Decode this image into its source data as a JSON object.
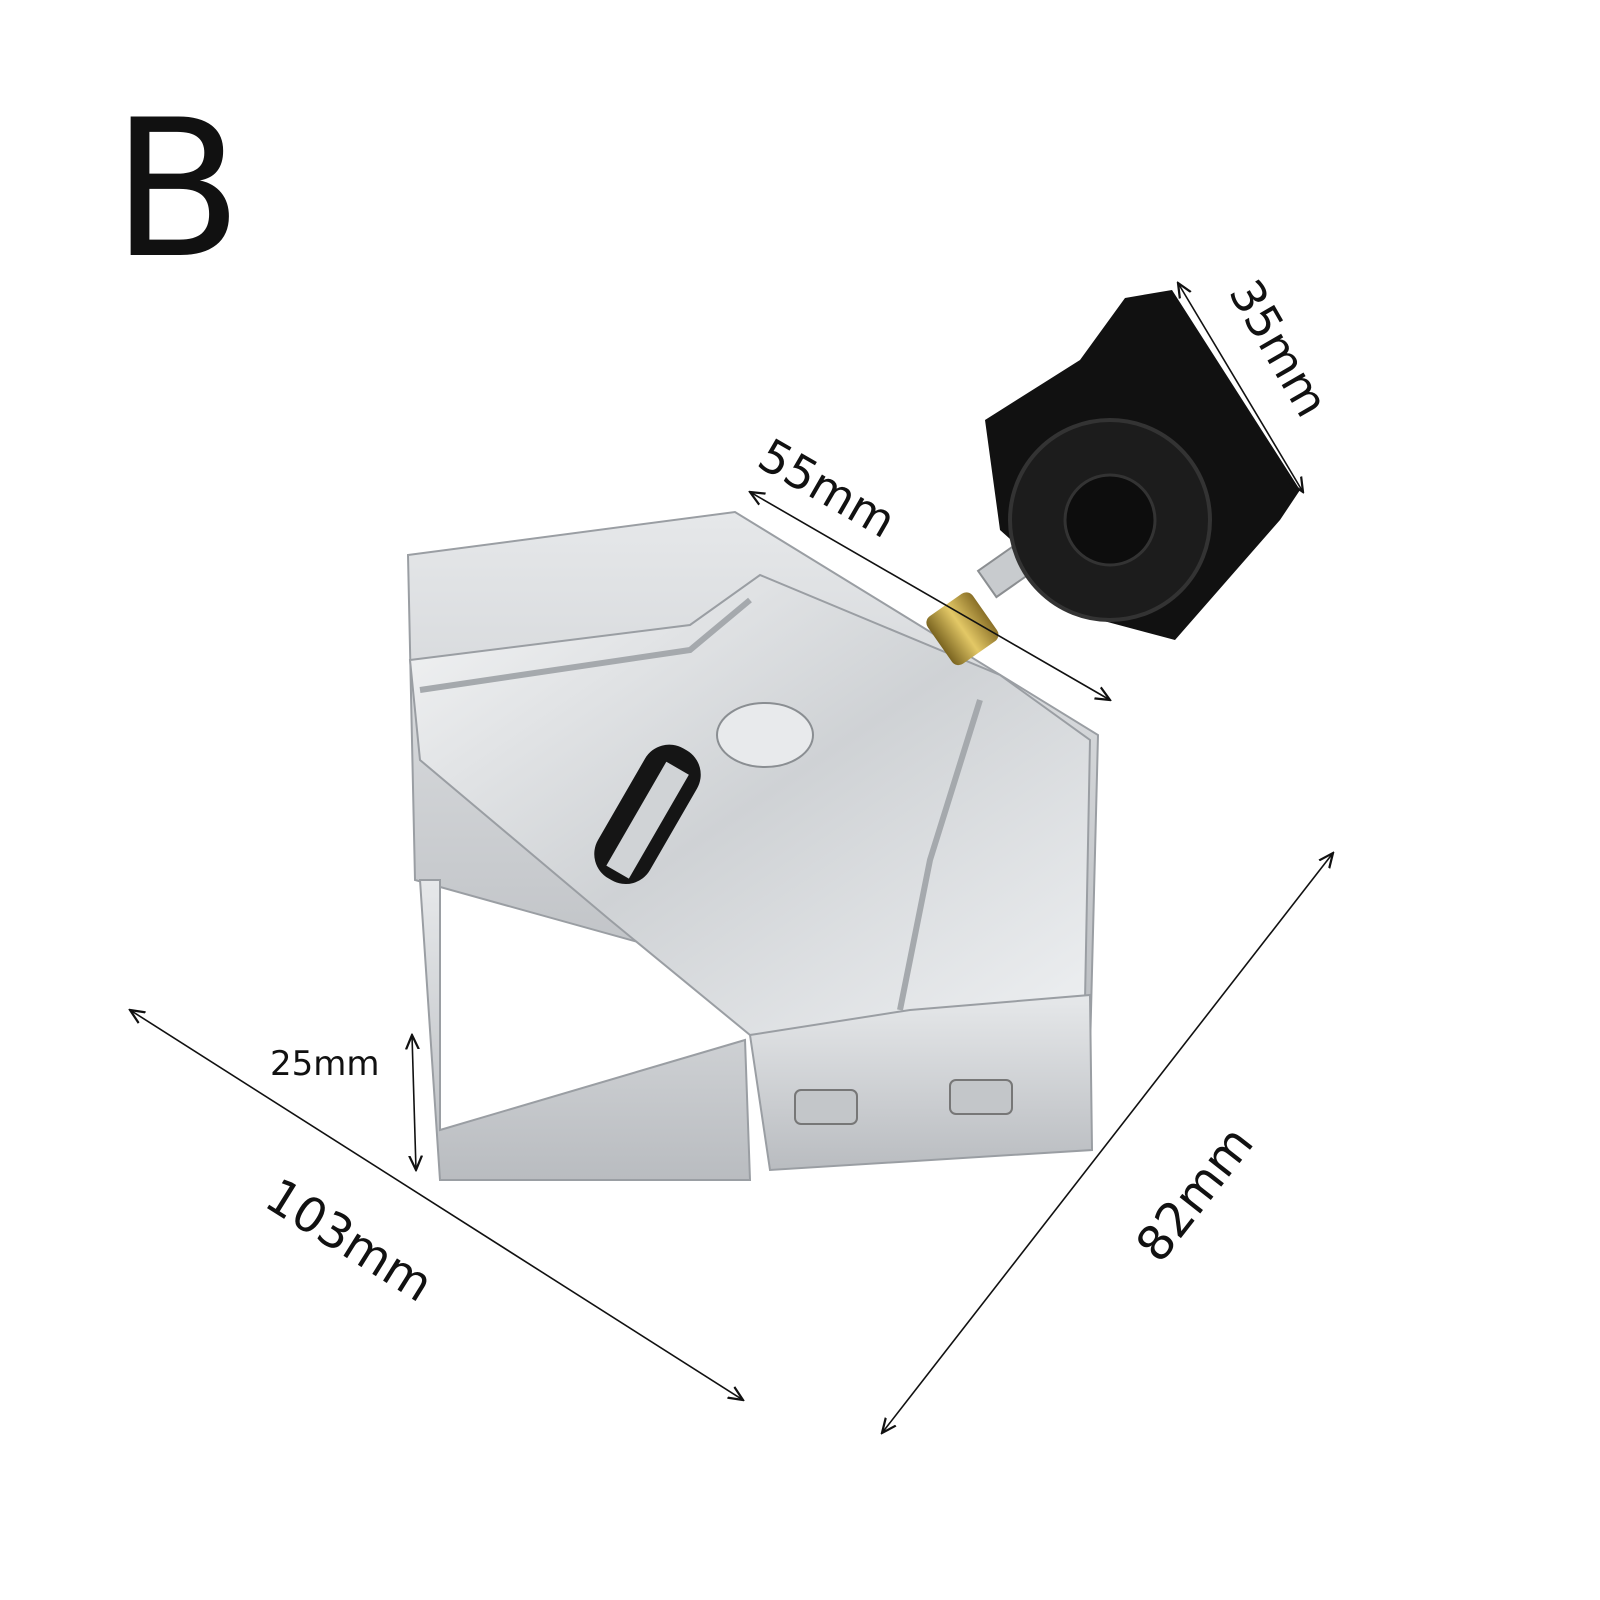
{
  "panel_letter": "B",
  "dimensions": {
    "knob_width": "35mm",
    "screw_length": "55mm",
    "jaw_height": "25mm",
    "length": "103mm",
    "width": "82mm"
  },
  "colors": {
    "metal": "#d9dcdf",
    "knob": "#111111",
    "brass": "#b89a3a",
    "line": "#111111"
  }
}
